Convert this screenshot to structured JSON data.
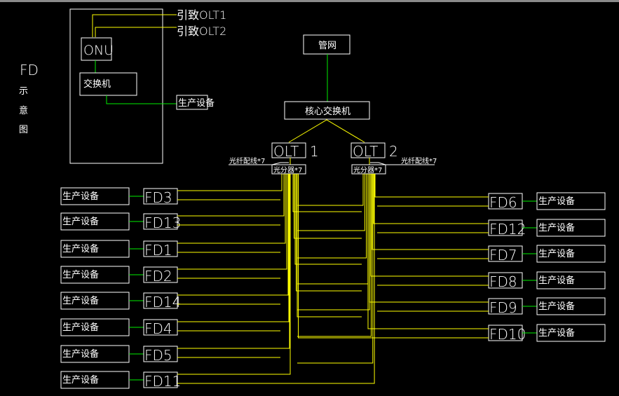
{
  "legend": {
    "title": "FD",
    "subtitle_chars": [
      "示",
      "意",
      "图"
    ]
  },
  "onu_box": {
    "onu_label": "ONU",
    "switch_label": "交换机",
    "uplink1_label": "引致OLT1",
    "uplink2_label": "引致OLT2",
    "device_label": "生产设备"
  },
  "core": {
    "pipe_label": "管网",
    "core_switch_label": "核心交换机",
    "olt1_label": "OLT",
    "olt1_num": "1",
    "olt2_label": "OLT",
    "olt2_num": "2",
    "splitter1_label": "光分器*7",
    "splitter2_label": "光分器*7",
    "fiber1_label": "光纤配线*7",
    "fiber2_label": "光纤配线*7"
  },
  "left_fds": [
    {
      "fd": "FD3",
      "device": "生产设备"
    },
    {
      "fd": "FD13",
      "device": "生产设备"
    },
    {
      "fd": "FD1",
      "device": "生产设备"
    },
    {
      "fd": "FD2",
      "device": "生产设备"
    },
    {
      "fd": "FD14",
      "device": "生产设备"
    },
    {
      "fd": "FD4",
      "device": "生产设备"
    },
    {
      "fd": "FD5",
      "device": "生产设备"
    },
    {
      "fd": "FD11",
      "device": "生产设备"
    }
  ],
  "right_fds": [
    {
      "fd": "FD6",
      "device": "生产设备"
    },
    {
      "fd": "FD12",
      "device": "生产设备"
    },
    {
      "fd": "FD7",
      "device": "生产设备"
    },
    {
      "fd": "FD8",
      "device": "生产设备"
    },
    {
      "fd": "FD9",
      "device": "生产设备"
    },
    {
      "fd": "FD10",
      "device": "生产设备"
    }
  ],
  "colors": {
    "background": "#000000",
    "box": "#ffffff",
    "fiber": "#ffff00",
    "ethernet": "#00e000",
    "frame": "#8a8a8a"
  }
}
